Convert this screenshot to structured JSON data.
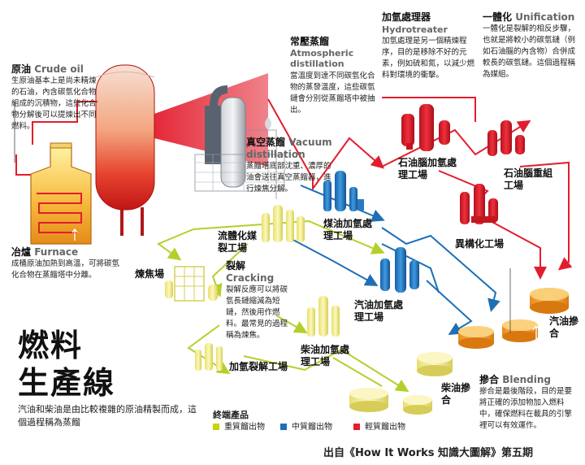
{
  "title": {
    "line1": "燃料",
    "line2": "生產線"
  },
  "intro": "汽油和柴油是由比較複雜的原油精製而成，這個過程稱為蒸餾",
  "labels": {
    "crude": {
      "zh": "原油",
      "en": "Crude oil",
      "text": "生原油基本上是尚未精煉的石油，內含碳氫化合物組成的沉積物，這些化合物分解後可以提煉出不同燃料。"
    },
    "atm": {
      "zh": "常壓蒸餾",
      "en": "Atmospheric distillation",
      "text": "當溫度到達不同碳氫化合物的蒸發溫度，這些碳氫鏈會分別從蒸餾塔中被抽出。"
    },
    "hydro": {
      "zh": "加氫處理器",
      "en": "Hydrotreater",
      "text": "加氫處理是另一個精煉程序，目的是移除不好的元素，例如硫和氮，以減少燃料對環境的衝擊。"
    },
    "unif": {
      "zh": "一體化",
      "en": "Unification",
      "text": "一體化是裂解的相反步驟，也就是將較小的碳氫鏈（例如石油腦的內含物）合併成較長的碳氫鏈。這個過程稱為媒組。"
    },
    "vac": {
      "zh": "真空蒸餾",
      "en": "Vacuum distillation",
      "text": "蒸餾塔底部沈重、濃厚的油會送往真空蒸餾器，進行煉焦分解。"
    },
    "furnace": {
      "zh": "冶爐",
      "en": "Furnace",
      "text": "成桶原油加熱到高溫，可將碳氫化合物在蒸餾塔中分離。"
    },
    "cracking": {
      "zh": "裂解",
      "en": "Cracking",
      "text": "裂解反應可以將碳氫長鏈縮減為短鏈，然後用作燃料。最常見的過程稱為煉焦。"
    },
    "blending": {
      "zh": "摻合",
      "en": "Blending",
      "text": "摻合是最後階段，目的是要將正確的添加物加入燃料中，確保燃料在載具的引擎裡可以有效運作。"
    }
  },
  "plants": {
    "naphtha_hydro": "石油腦加氫處理工場",
    "naphtha_reform": "石油腦重組工場",
    "kerosene": "煤油加氫處理工場",
    "isomer": "異構化工場",
    "fcc": "流體化媒裂工場",
    "coker": "煉焦場",
    "gasoline_hydro": "汽油加氫處理工場",
    "diesel_hydro": "柴油加氫處理工場",
    "hydrocracking": "加氫裂解工場",
    "gasoline_blend": "汽油摻合",
    "diesel_blend": "柴油摻合"
  },
  "legend": {
    "title": "終端產品",
    "items": [
      {
        "label": "重質餾出物",
        "color": "#c8d400"
      },
      {
        "label": "中質餾出物",
        "color": "#1e6fb5"
      },
      {
        "label": "輕質餾出物",
        "color": "#e31d2d"
      }
    ]
  },
  "source": "出自《How It Works 知識大圖解》第五期",
  "colors": {
    "red": "#e31d2d",
    "blue": "#1e6fb5",
    "green": "#b5cf2a",
    "yellow": "#f4ef86",
    "orange": "#f2a52c"
  }
}
